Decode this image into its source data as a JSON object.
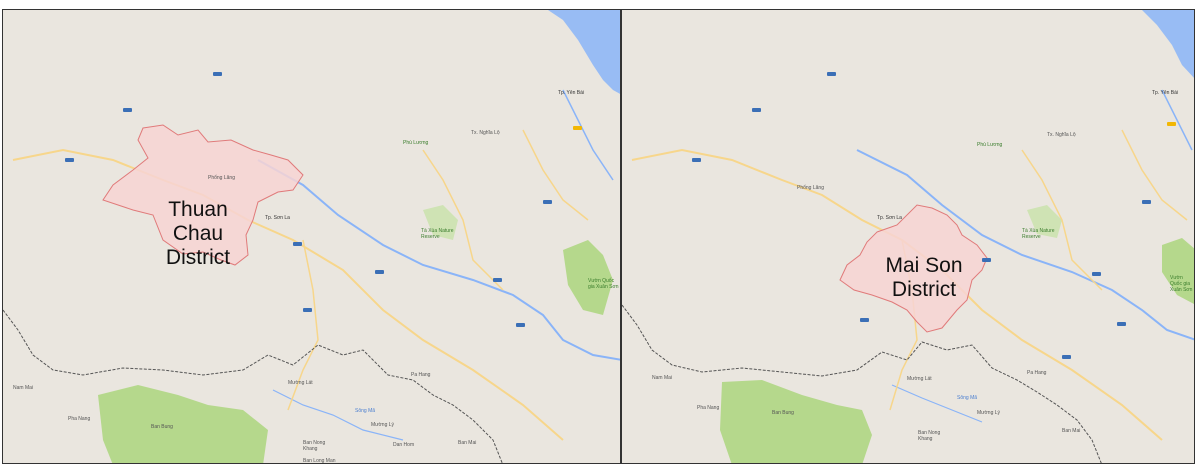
{
  "colors": {
    "land": "#eae6df",
    "district_fill": "#f7d4d4",
    "district_stroke": "#e07a7a",
    "forest": "#b5d88c",
    "water": "#8ab4f8",
    "road": "#f7d68b",
    "border": "#555555"
  },
  "maps": [
    {
      "district_label": [
        "Thuan Chau",
        "District"
      ],
      "places": [
        {
          "id": "yen-bai",
          "text": "Tp. Yên Bái"
        },
        {
          "id": "son-la",
          "text": "Tp. Sơn La"
        },
        {
          "id": "phu-luong",
          "text": "Phù Lương"
        },
        {
          "id": "nghia-lo",
          "text": "Tx. Nghĩa Lộ"
        },
        {
          "id": "phong-lang",
          "text": "Phổng Lăng"
        },
        {
          "id": "ta-xua",
          "text": "Tà Xùa Nature Reserve"
        },
        {
          "id": "xuan-son",
          "text": "Vườn Quốc gia Xuân Sơn"
        },
        {
          "id": "nam-mai",
          "text": "Nam Mai"
        },
        {
          "id": "pha-nang",
          "text": "Pha Nang"
        },
        {
          "id": "ban-bung",
          "text": "Ban Bung"
        },
        {
          "id": "muong-lat",
          "text": "Mường Lát"
        },
        {
          "id": "muong-ly",
          "text": "Mường Lý"
        },
        {
          "id": "ban-nong-khang",
          "text": "Ban Nong Khang"
        },
        {
          "id": "ban-long-man",
          "text": "Ban Long Man"
        },
        {
          "id": "dan-hom",
          "text": "Dan Hom"
        },
        {
          "id": "ban-mai",
          "text": "Ban Mai"
        },
        {
          "id": "pa-hang",
          "text": "Pa Hang"
        },
        {
          "id": "song-ma",
          "text": "Sông Mã"
        }
      ]
    },
    {
      "district_label": [
        "Mai Son",
        "District"
      ],
      "places": [
        {
          "id": "yen-bai",
          "text": "Tp. Yên Bái"
        },
        {
          "id": "son-la",
          "text": "Tp. Sơn La"
        },
        {
          "id": "phu-luong",
          "text": "Phù Lương"
        },
        {
          "id": "nghia-lo",
          "text": "Tx. Nghĩa Lộ"
        },
        {
          "id": "phong-lang",
          "text": "Phổng Lăng"
        },
        {
          "id": "ta-xua",
          "text": "Tà Xùa Nature Reserve"
        },
        {
          "id": "xuan-son",
          "text": "Vườn Quốc gia Xuân Sơn"
        },
        {
          "id": "nam-mai",
          "text": "Nam Mai"
        },
        {
          "id": "pha-nang",
          "text": "Pha Nang"
        },
        {
          "id": "ban-bung",
          "text": "Ban Bung"
        },
        {
          "id": "muong-lat",
          "text": "Mường Lát"
        },
        {
          "id": "muong-ly",
          "text": "Mường Lý"
        },
        {
          "id": "ban-nong-khang",
          "text": "Ban Nong Khang"
        },
        {
          "id": "ban-mai",
          "text": "Ban Mai"
        },
        {
          "id": "pa-hang",
          "text": "Pa Hang"
        },
        {
          "id": "song-ma",
          "text": "Sông Mã"
        }
      ]
    }
  ]
}
